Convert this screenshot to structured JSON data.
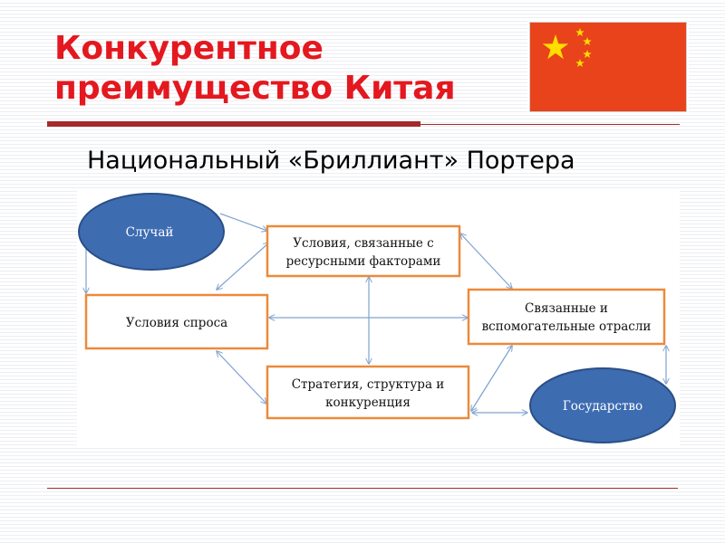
{
  "slide": {
    "title_line1": "Конкурентное",
    "title_line2": "преимущество Китая",
    "subtitle": "Национальный «Бриллиант» Портера"
  },
  "flag": {
    "description_icon": "china-flag",
    "field_color": "#e8431a",
    "star_color": "#ffde00"
  },
  "diagram": {
    "nodes": {
      "chance": "Случай",
      "factor_line1": "Условия, связанные с",
      "factor_line2": "ресурсными факторами",
      "demand": "Условия спроса",
      "related_line1": "Связанные и",
      "related_line2": "вспомогательные отрасли",
      "strategy_line1": "Стратегия, структура и",
      "strategy_line2": "конкуренция",
      "government": "Государство"
    },
    "colors": {
      "box_border": "#ec8a3a",
      "ellipse_fill": "#3d6cb1",
      "ellipse_border": "#2b4f86",
      "arrow": "#7fa3cf"
    }
  }
}
